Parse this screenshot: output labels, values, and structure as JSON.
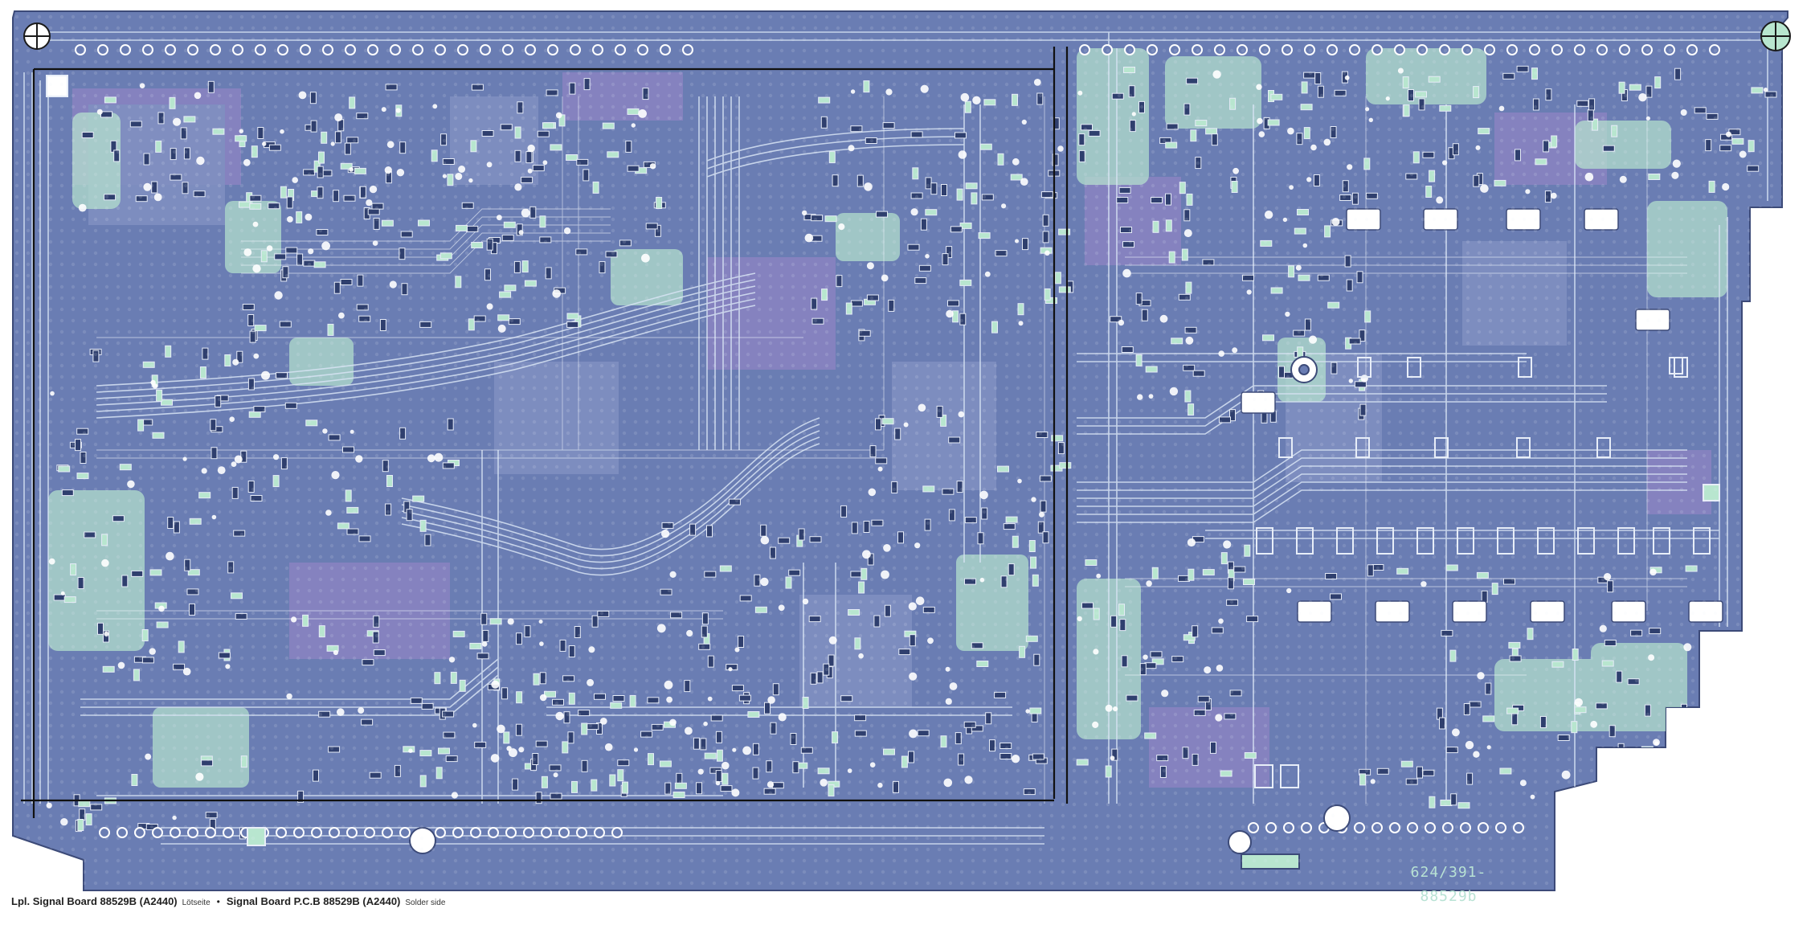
{
  "caption": {
    "part1_bold": "Lpl. Signal Board  88529B (A2440)",
    "part1_small": "Lötseite",
    "separator": "•",
    "part2_bold": "Signal Board P.C.B 88529B (A2440)",
    "part2_small": "Solder side"
  },
  "board_label": "624/391-88529b",
  "colors": {
    "board": "#6a7db3",
    "copper_trace": "#d8e4f4",
    "silk_green": "#b8e6cf",
    "layer_violet": "#a58fcf",
    "frame_line": "#111111",
    "pad_white": "#ffffff"
  }
}
